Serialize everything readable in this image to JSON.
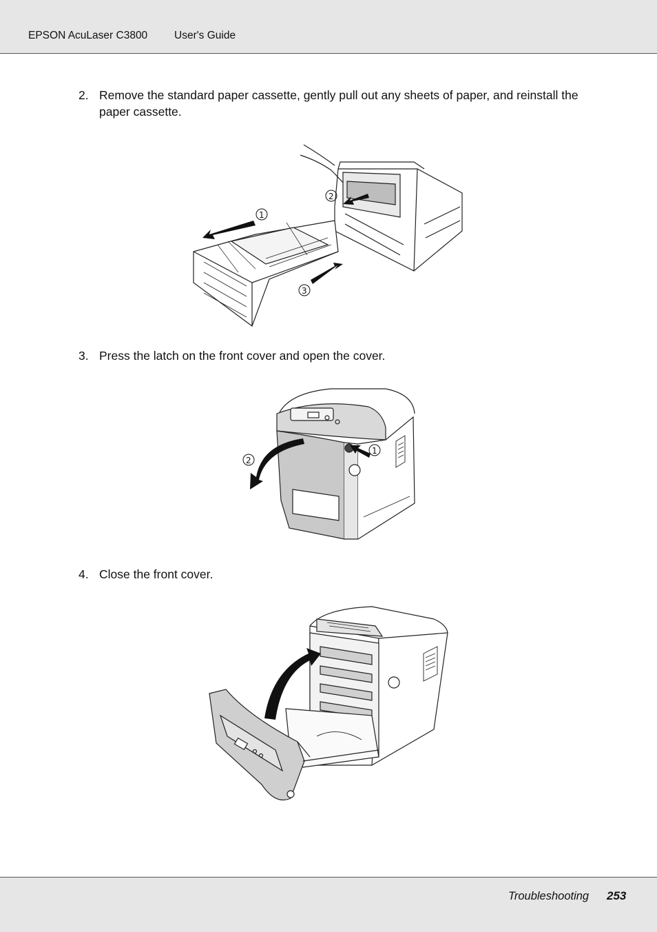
{
  "header": {
    "doc_title": "EPSON AcuLaser C3800",
    "guide_title": "User's Guide"
  },
  "steps": [
    {
      "number": "2.",
      "text": "Remove the standard paper cassette, gently pull out any sheets of paper, and reinstall the paper cassette."
    },
    {
      "number": "3.",
      "text": "Press the latch on the front cover and open the cover."
    },
    {
      "number": "4.",
      "text": "Close the front cover."
    }
  ],
  "figures": [
    {
      "callouts": [
        "1",
        "2",
        "3"
      ]
    },
    {
      "callouts": [
        "1",
        "2"
      ]
    },
    {
      "callouts": []
    }
  ],
  "footer": {
    "section": "Troubleshooting",
    "page_number": "253"
  }
}
